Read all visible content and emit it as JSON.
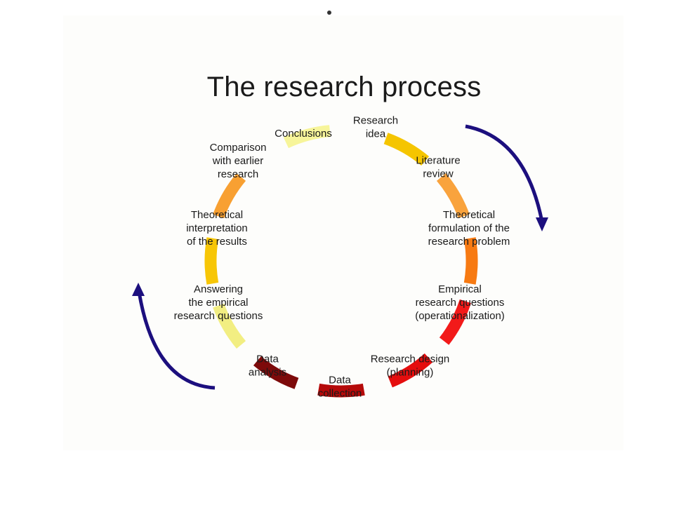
{
  "title": "The research process",
  "steps": [
    {
      "lines": [
        "Research",
        "idea"
      ],
      "color": "#f5c500"
    },
    {
      "lines": [
        "Literature",
        "review"
      ],
      "color": "#f9a33d"
    },
    {
      "lines": [
        "Theoretical",
        "formulation of the",
        "research problem"
      ],
      "color": "#f77a12"
    },
    {
      "lines": [
        "Empirical",
        "research questions",
        "(operationalization)"
      ],
      "color": "#f21a1a"
    },
    {
      "lines": [
        "Research design",
        "(planning)"
      ],
      "color": "#e50e0e"
    },
    {
      "lines": [
        "Data",
        "collection"
      ],
      "color": "#b50a0a"
    },
    {
      "lines": [
        "Data",
        "analysis"
      ],
      "color": "#7d0a0a"
    },
    {
      "lines": [
        "Answering",
        "the empirical",
        "research questions"
      ],
      "color": "#f2ee82"
    },
    {
      "lines": [
        "Theoretical",
        "interpretation",
        "of the results"
      ],
      "color": "#f7c606"
    },
    {
      "lines": [
        "Comparison",
        "with earlier",
        "research"
      ],
      "color": "#f8a032"
    },
    {
      "lines": [
        "Conclusions"
      ],
      "color": "#f7f59a"
    }
  ],
  "arrow_color": "#1c0f7e"
}
